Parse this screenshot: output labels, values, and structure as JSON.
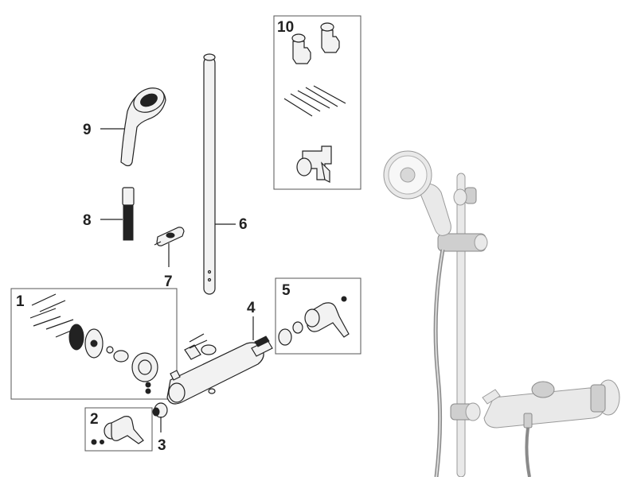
{
  "diagram": {
    "parts": [
      {
        "id": "p1",
        "label": "1"
      },
      {
        "id": "p2",
        "label": "2"
      },
      {
        "id": "p3",
        "label": "3"
      },
      {
        "id": "p4",
        "label": "4"
      },
      {
        "id": "p5",
        "label": "5"
      },
      {
        "id": "p6",
        "label": "6"
      },
      {
        "id": "p7",
        "label": "7"
      },
      {
        "id": "p8",
        "label": "8"
      },
      {
        "id": "p9",
        "label": "9"
      },
      {
        "id": "p10",
        "label": "10"
      }
    ]
  }
}
